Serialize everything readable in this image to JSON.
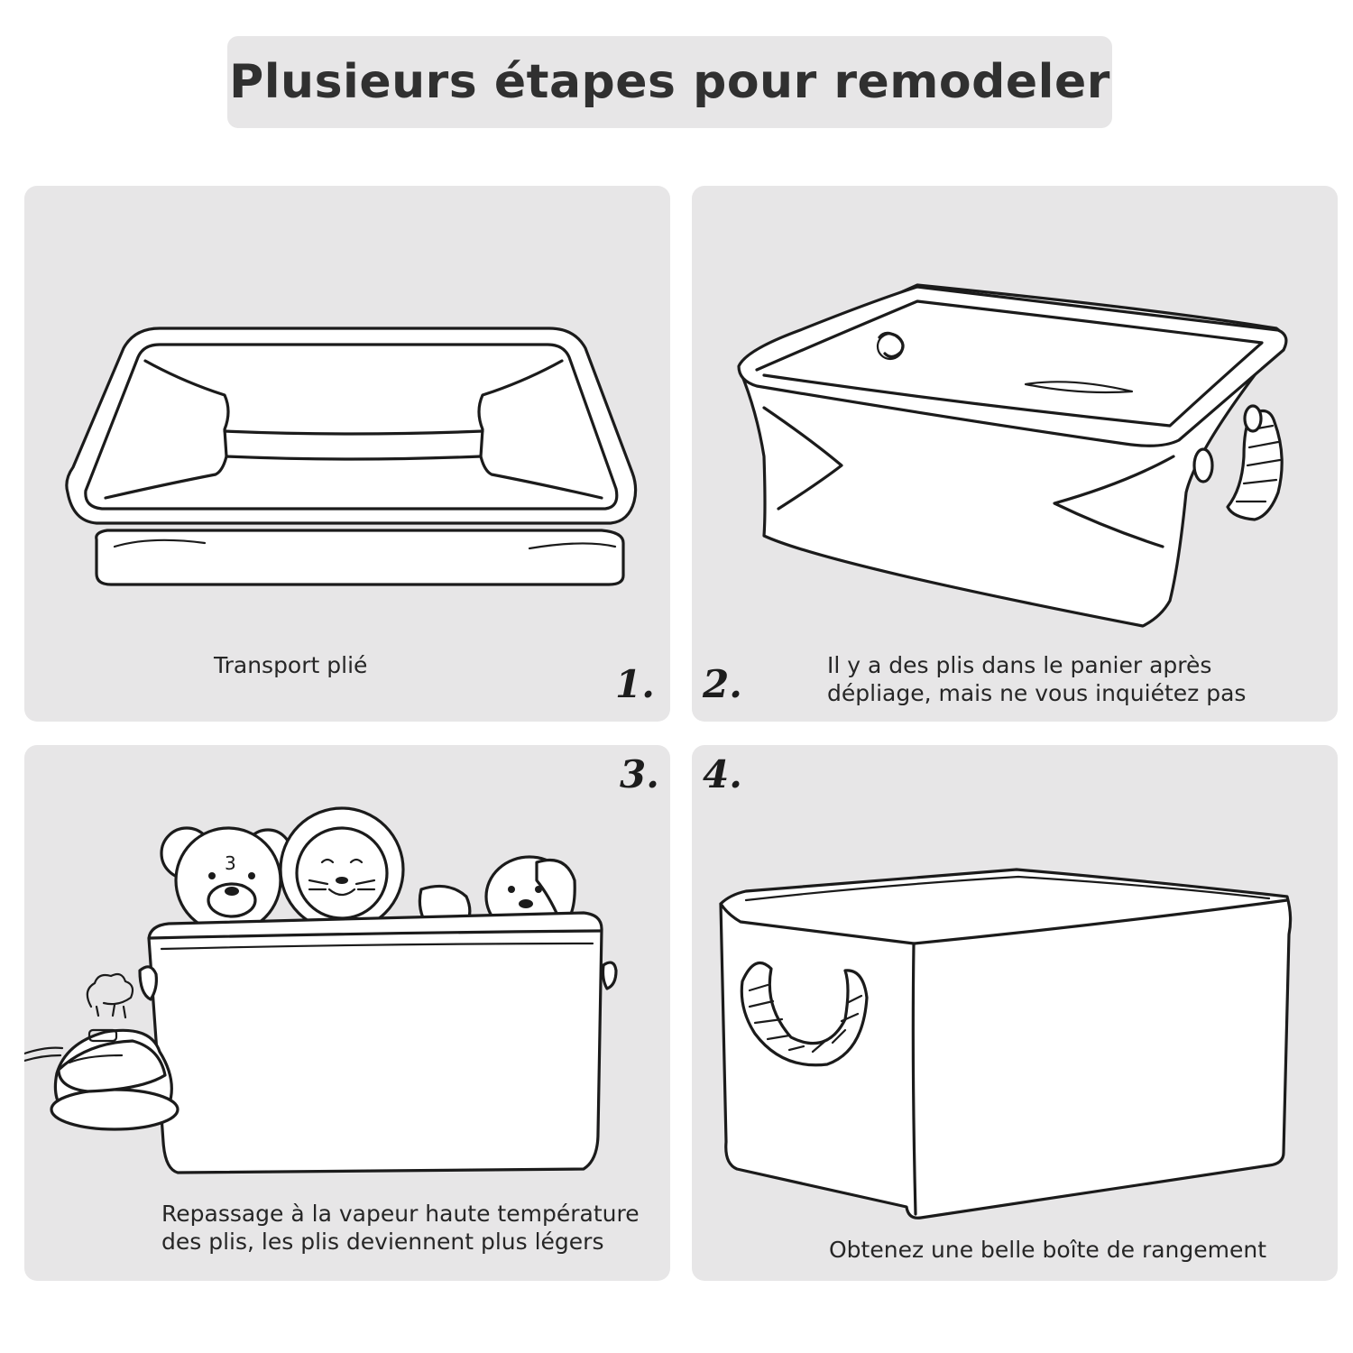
{
  "title": "Plusieurs étapes pour remodeler",
  "steps": [
    {
      "number": "1.",
      "caption_lines": [
        "Transport plié"
      ]
    },
    {
      "number": "2.",
      "caption_lines": [
        "Il y a des plis dans le panier après",
        "dépliage, mais ne vous inquiétez pas"
      ]
    },
    {
      "number": "3.",
      "caption_lines": [
        "Repassage à la vapeur haute température",
        "des plis, les plis deviennent plus légers"
      ]
    },
    {
      "number": "4.",
      "caption_lines": [
        "Obtenez une belle boîte de rangement"
      ]
    }
  ],
  "illustrations": {
    "step1": "folded-basket-illustration",
    "step2": "unfolded-wrinkled-basket-illustration",
    "step3": "steamer-and-toy-basket-illustration",
    "step4": "finished-storage-box-illustration"
  },
  "colors": {
    "panel_bg": "#e7e6e7",
    "line": "#1b1b1b",
    "background": "#ffffff"
  }
}
